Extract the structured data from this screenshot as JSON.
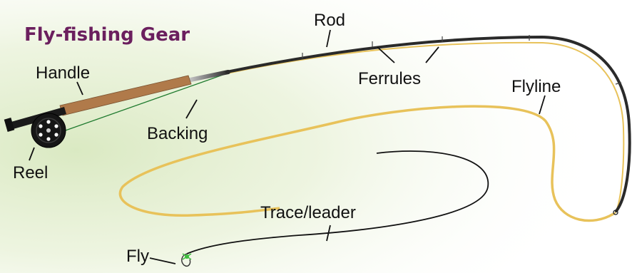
{
  "diagram": {
    "title": "Fly-fishing Gear",
    "labels": {
      "rod": "Rod",
      "handle": "Handle",
      "ferrules": "Ferrules",
      "flyline": "Flyline",
      "backing": "Backing",
      "reel": "Reel",
      "trace_leader": "Trace/leader",
      "fly": "Fly"
    }
  },
  "colors": {
    "title": "#6b1f5e",
    "flyline": "#e8c25a",
    "backing": "#1e7a2e",
    "handle": "#b07a4a",
    "rod": "#2a2a2a",
    "background_glow": "#d8e8bf",
    "fly": "#3fbf3f"
  }
}
